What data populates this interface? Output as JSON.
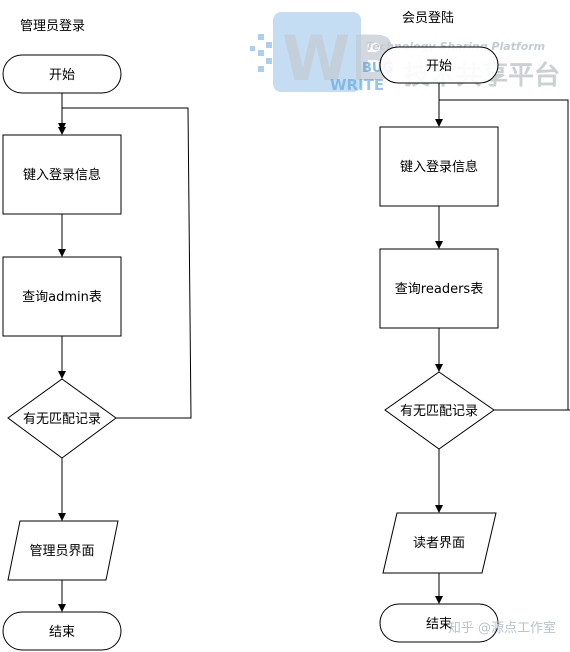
{
  "admin_flow": {
    "title": "管理员登录",
    "start": "开始",
    "input_info": "键入登录信息",
    "query": "查询admin表",
    "decision": "有无匹配记录",
    "output": "管理员界面",
    "end": "结束"
  },
  "member_flow": {
    "title": "会员登陆",
    "start": "开始",
    "input_info": "键入登录信息",
    "query": "查询readers表",
    "decision": "有无匹配记录",
    "output": "读者界面",
    "end": "结束"
  },
  "watermarks": {
    "logo_letters": "WB",
    "logo_bug": "BUG",
    "logo_write": "WRITE",
    "tagline": "Technology Sharing Platform",
    "platform_zh": "技术共享平台",
    "footer": "知乎 @源点工作室"
  },
  "colors": {
    "stroke": "#000000",
    "watermark_blue": "#3a8fd6",
    "watermark_gray": "#b9c3cc"
  }
}
